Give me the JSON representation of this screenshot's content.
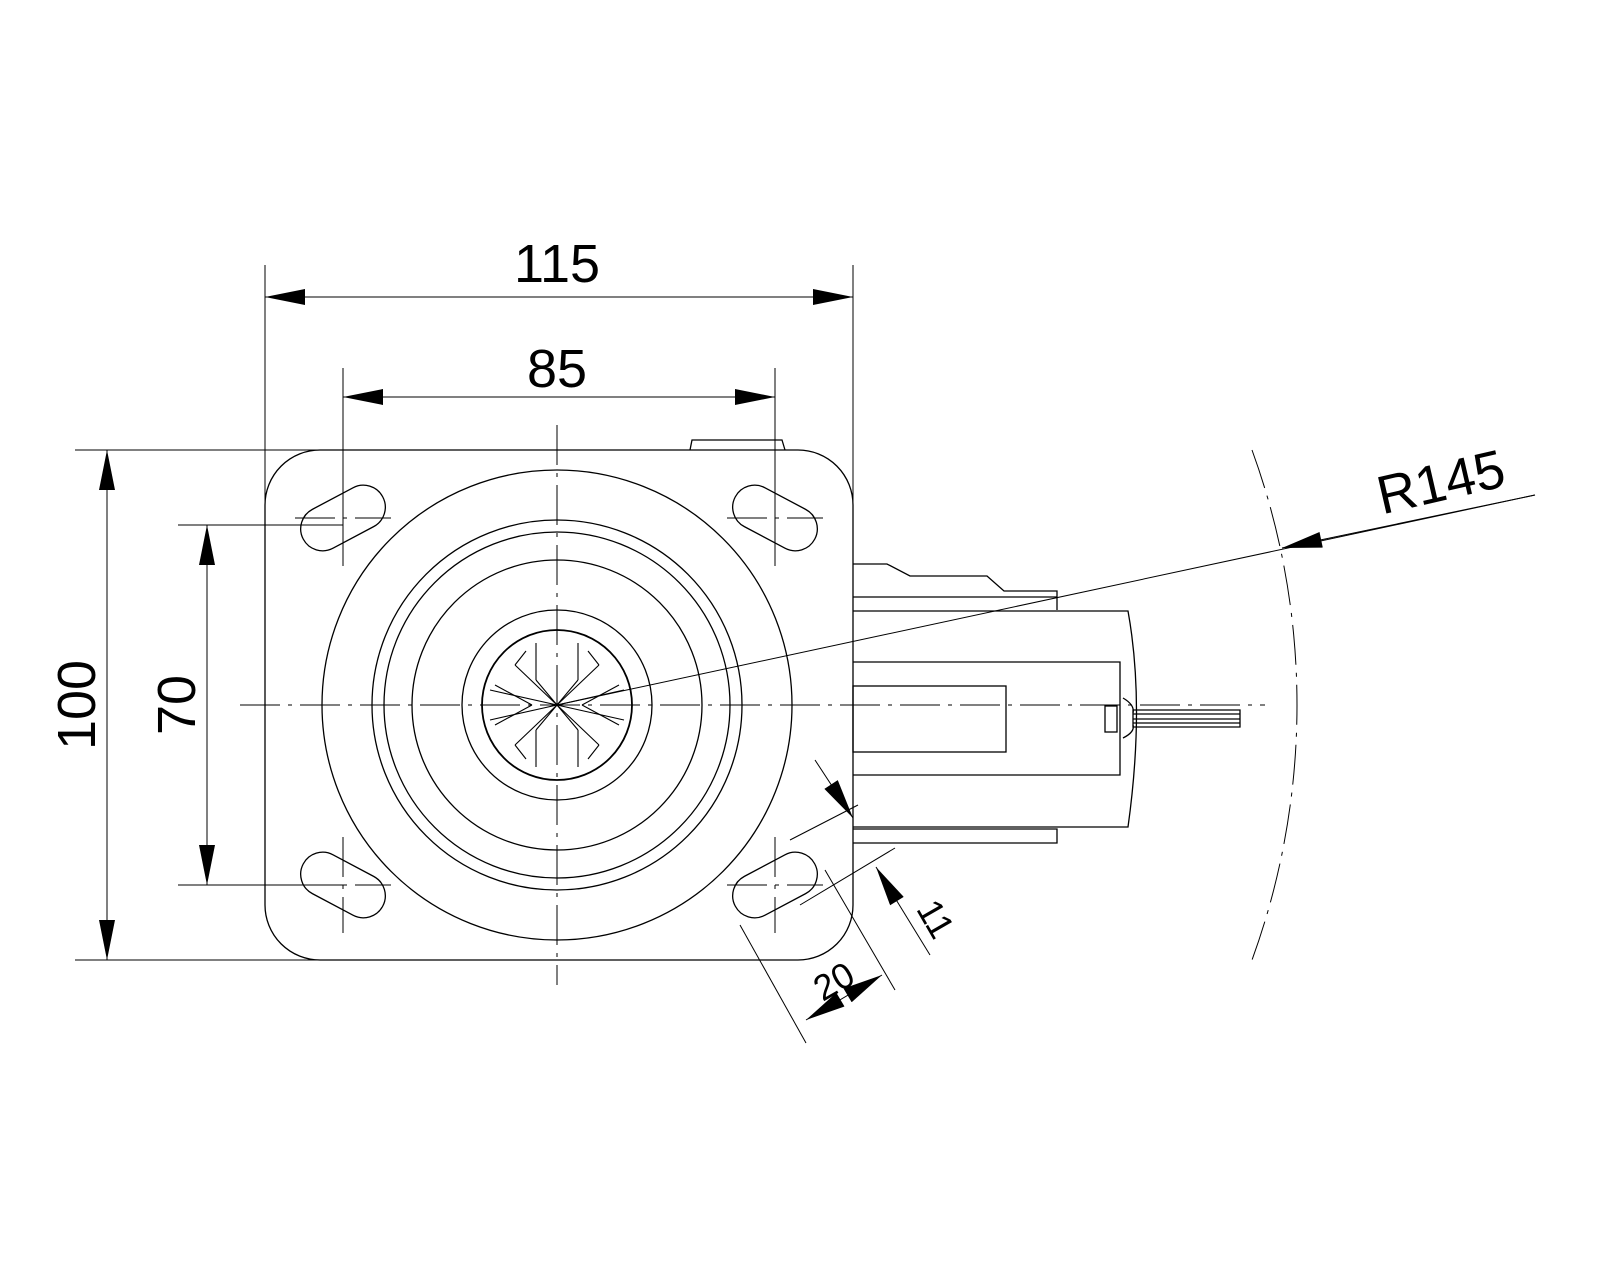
{
  "drawing": {
    "title": "Swivel castor top plate – plan view",
    "dimensions": {
      "plate_width": "115",
      "hole_spacing_x": "85",
      "plate_length": "100",
      "hole_spacing_y": "70",
      "swivel_radius": "R145",
      "slot_length": "20",
      "slot_width": "11"
    },
    "colors": {
      "line": "#000000",
      "background": "#ffffff"
    }
  }
}
